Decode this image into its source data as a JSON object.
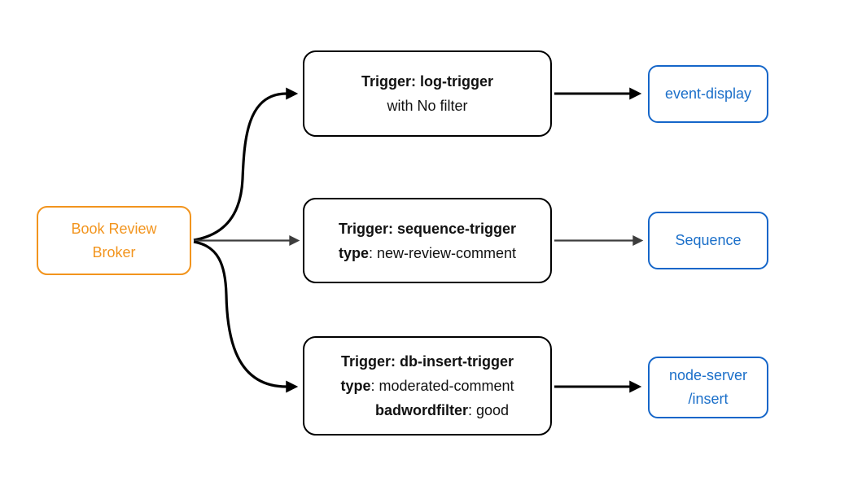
{
  "colors": {
    "broker_accent": "#f2941d",
    "sink_accent": "#1566c9",
    "edge_black": "#000000",
    "edge_gray": "#3d3d3d",
    "trigger_text": "#111111",
    "background": "#ffffff"
  },
  "broker": {
    "line1": "Book Review",
    "line2": "Broker"
  },
  "triggers": [
    {
      "title": "Trigger: log-trigger",
      "line2_key": "",
      "line2_value": "with No filter"
    },
    {
      "title": "Trigger: sequence-trigger",
      "line2_key": "type",
      "line2_value": ": new-review-comment"
    },
    {
      "title": "Trigger: db-insert-trigger",
      "line2_key": "type",
      "line2_value": ": moderated-comment",
      "line3_key": "badwordfilter",
      "line3_value": ": good"
    }
  ],
  "sinks": [
    {
      "label": "event-display"
    },
    {
      "label": "Sequence"
    },
    {
      "label_line1": "node-server",
      "label_line2": "/insert"
    }
  ]
}
